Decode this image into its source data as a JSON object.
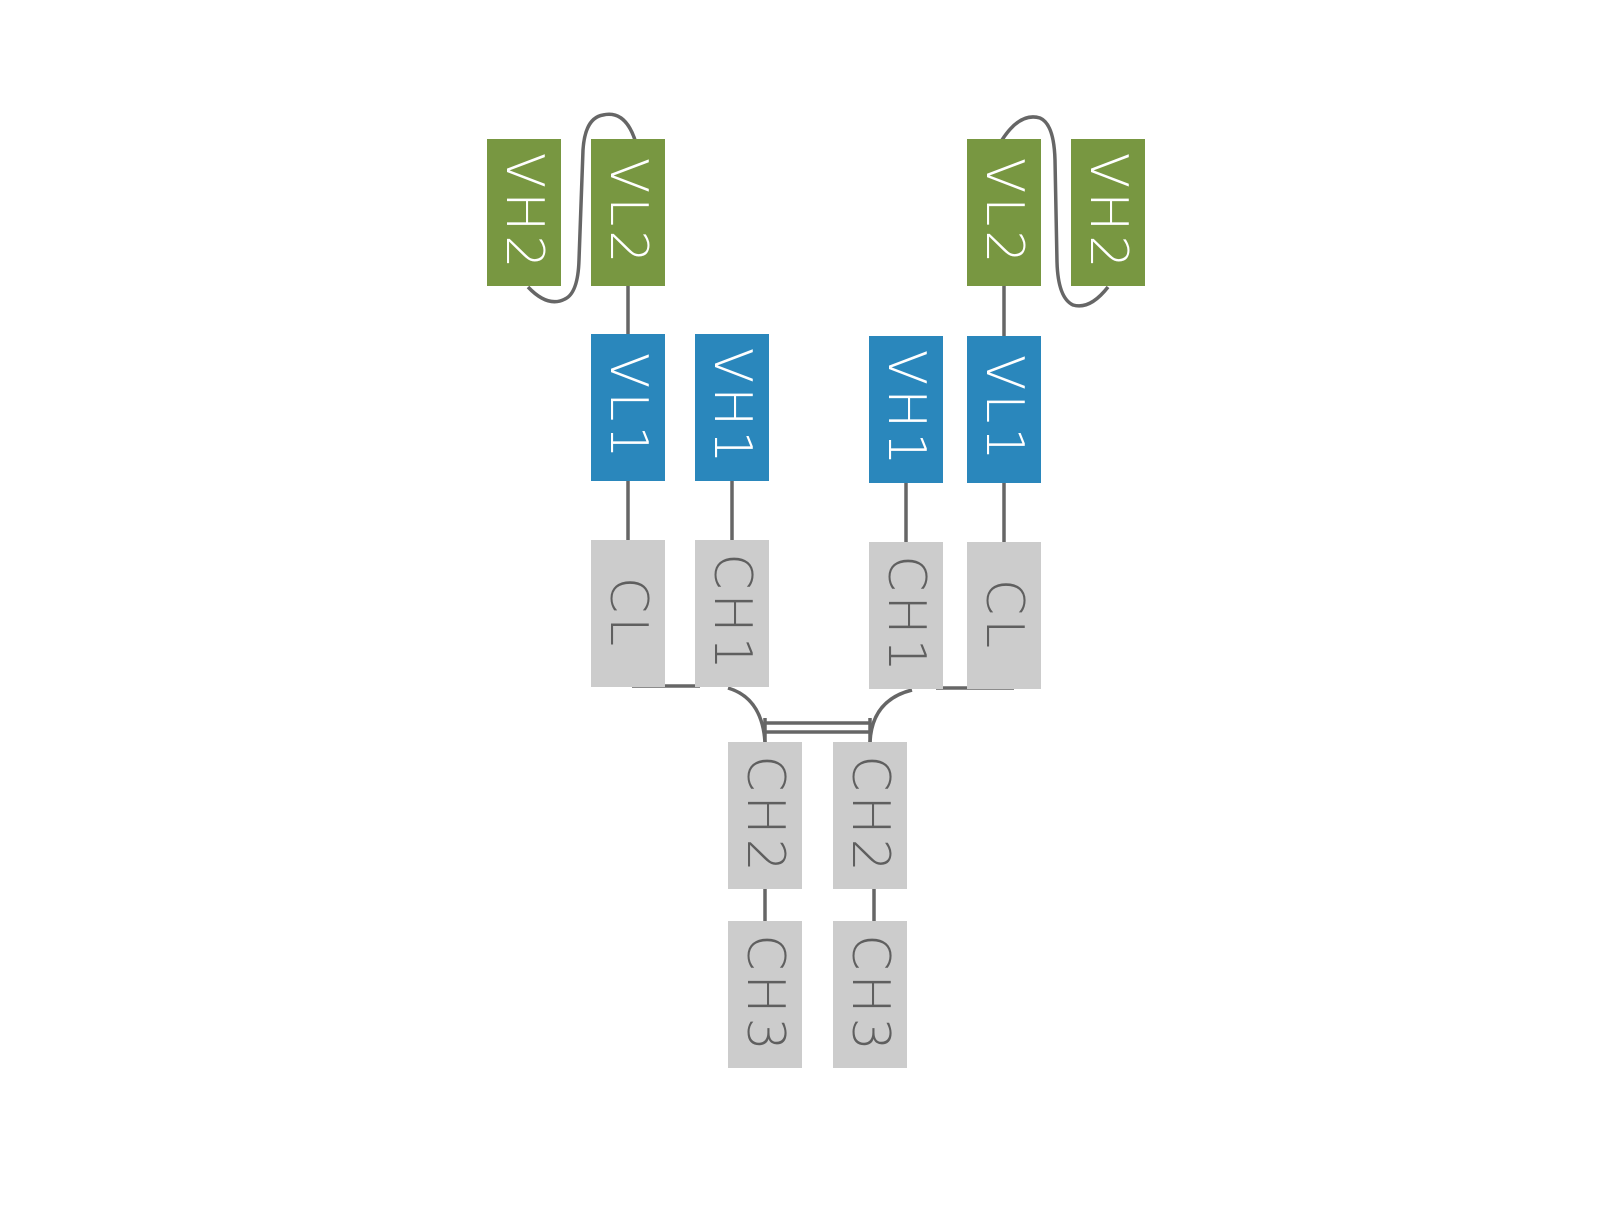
{
  "colors": {
    "green": "#789741",
    "blue": "#2a87bc",
    "gray": "#cccccc",
    "line": "#666666",
    "label_light": "#ffffff",
    "label_dark": "#5f5f5f"
  },
  "domains": {
    "left_vh2": "VH2",
    "left_vl2": "VL2",
    "left_vl1": "VL1",
    "left_vh1": "VH1",
    "left_cl": "CL",
    "left_ch1": "CH1",
    "right_vl2": "VL2",
    "right_vh2": "VH2",
    "right_vh1": "VH1",
    "right_vl1": "VL1",
    "right_ch1": "CH1",
    "right_cl": "CL",
    "ch2_a": "CH2",
    "ch2_b": "CH2",
    "ch3_a": "CH3",
    "ch3_b": "CH3"
  }
}
